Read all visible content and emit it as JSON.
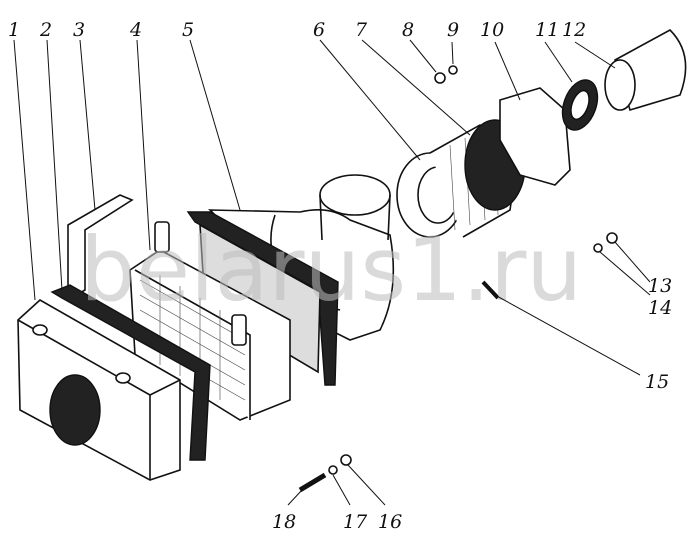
{
  "watermark": "belarus1.ru",
  "labels": [
    "1",
    "2",
    "3",
    "4",
    "5",
    "6",
    "7",
    "8",
    "9",
    "10",
    "11",
    "12",
    "13",
    "14",
    "15",
    "16",
    "17",
    "18"
  ]
}
